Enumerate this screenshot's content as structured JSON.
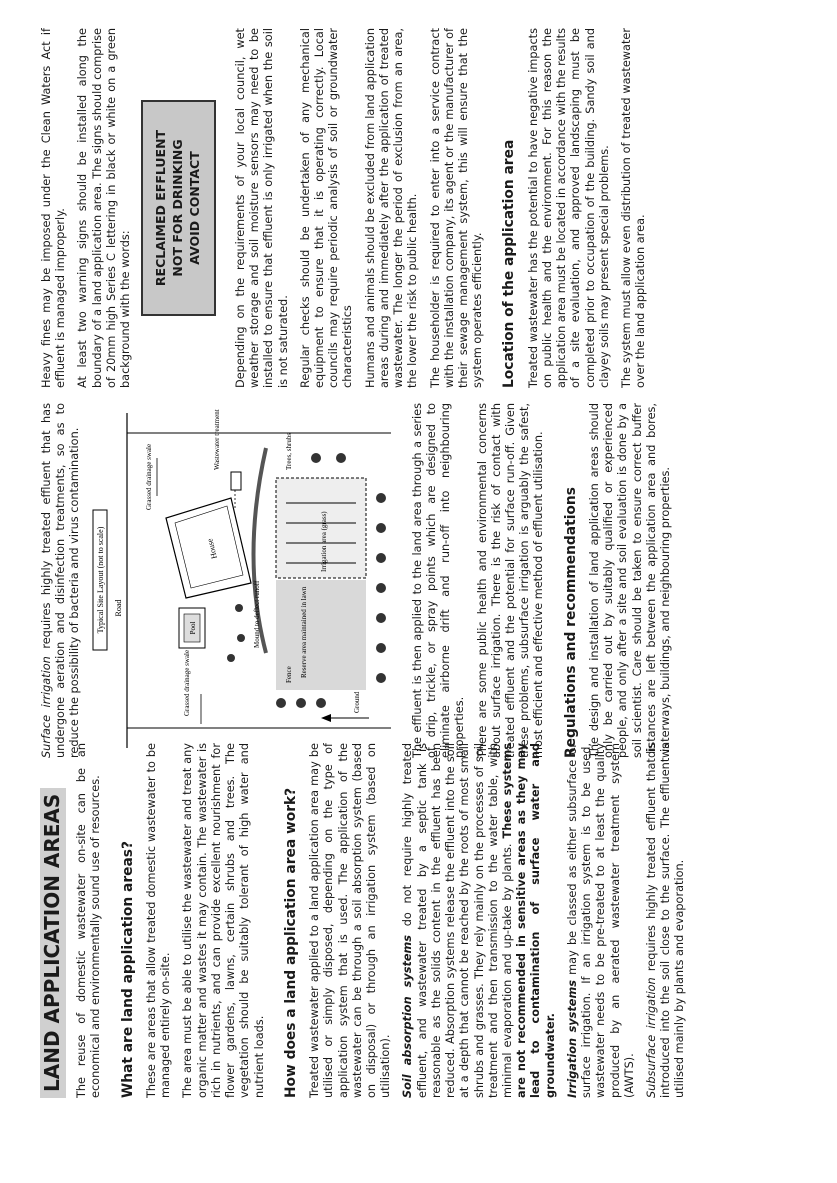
{
  "title": "LAND APPLICATION AREAS",
  "intro": "The reuse of domestic wastewater on-site can be an economical and environmentally sound use of resources.",
  "sections": {
    "what": {
      "heading": "What are land application areas?",
      "p1": "These are areas that allow treated domestic wastewater to be managed entirely on-site.",
      "p2": "The area must be able to utilise the wastewater and treat any organic matter and wastes it may contain. The wastewater is rich in nutrients, and can provide excellent nourishment for flower gardens, lawns, certain shrubs and trees. The vegetation should be suitably tolerant of high water and nutrient loads."
    },
    "how": {
      "heading": "How does a land application area work?",
      "p1": "Treated wastewater applied to a land application area may be utilised or simply disposed, depending on the type of application system that is used. The application of the wastewater can be through a soil absorption system (based on disposal) or through an irrigation system (based on utilisation).",
      "soil_term": "Soil absorption systems",
      "soil_text": " do not require highly treated effluent, and wastewater treated by a septic tank is reasonable as the solids content in the effluent has been reduced. Absorption systems release the effluent into the soil at a depth that cannot be reached by the roots of most small shrubs and grasses. They rely mainly on the processes of soil treatment and then transmission to the water table, with minimal evaporation and up-take by plants. ",
      "soil_bold": "These systems are not recommended in sensitive areas as they may lead to contamination of surface water and groundwater.",
      "irr_term": "Irrigation systems",
      "irr_text": " may be classed as either subsurface or surface irrigation. If an irrigation system is to be used, wastewater needs to be pre-treated to at least the quality produced by an aerated wastewater treatment system (AWTS).",
      "sub_term": "Subsurface irrigation",
      "sub_text": " requires highly treated effluent that is introduced into the soil close to the surface. The effluent is utilised mainly by plants and evaporation.",
      "surf_term": "Surface irrigation",
      "surf_text": " requires highly treated effluent that has undergone aeration and disinfection treatments, so as to reduce the possibility of bacteria and virus contamination."
    },
    "diagram": {
      "title": "Typical Site Layout (not to scale)",
      "road": "Road",
      "swale_left": "Grassed drainage swale",
      "swale_right": "Grassed drainage swale",
      "slope": "Ground Slope",
      "pool": "Pool",
      "house": "House",
      "wastewater": "Wastewater treatment",
      "mound": "Mound to deflect runoff",
      "fence": "Fence",
      "reserve": "Reserve area maintained in lawn",
      "irrigation": "Irrigation area (grass)",
      "trees": "Trees, shrubs"
    },
    "col2": {
      "p1": "The effluent is then applied to the land area through a series of drip, trickle, or spray points which are designed to eliminate airborne drift and run-off into neighbouring properties.",
      "p2": "There are some public health and environmental concerns about surface irrigation. There is the risk of contact with treated effluent and the potential for surface run-off. Given these problems, subsurface irrigation is arguably the safest, most efficient and effective method of effluent utilisation."
    },
    "regs": {
      "heading": "Regulations and recommendations",
      "p1": "The design and installation of land application areas should only be carried out by suitably qualified or experienced people, and only after a site and soil evaluation is done by a soil scientist. Care should be taken to ensure correct buffer distances are left between the application area and bores, waterways, buildings, and neighbouring properties.",
      "p2": "Heavy fines may be imposed under the Clean Waters Act if effluent is managed improperly.",
      "p3": "At least two warning signs should be installed along the boundary of a land application area. The signs should comprise of 20mm high Series C lettering in black or white on a green background with the words:",
      "sign1": "RECLAIMED EFFLUENT",
      "sign2": "NOT FOR DRINKING",
      "sign3": "AVOID CONTACT",
      "p4": "Depending on the requirements of your local council, wet weather storage and soil moisture sensors may need to be installed to ensure that effluent is only irrigated when the soil is not saturated.",
      "p5": "Regular checks should be undertaken of any mechanical equipment to ensure that it is operating correctly. Local councils may require periodic analysis of soil or groundwater characteristics",
      "p6": "Humans and animals should be excluded from land application areas during and immediately after the application of treated wastewater. The longer the period of exclusion from an area, the lower the risk to public health.",
      "p7": "The householder is required to enter into a service contract with the installation company, its agent or the manufacturer of their sewage management system, this will ensure that the system operates efficiently."
    },
    "location": {
      "heading": "Location of the application area",
      "p1": "Treated wastewater has the potential to have negative impacts on public health and the environment. For this reason the application area must be located in accordance with the results of a site evaluation, and approved landscaping must be completed prior to occupation of the building. Sandy soil and clayey soils may present special problems.",
      "p2": "The system must allow even distribution of treated wastewater over the land application area."
    }
  }
}
